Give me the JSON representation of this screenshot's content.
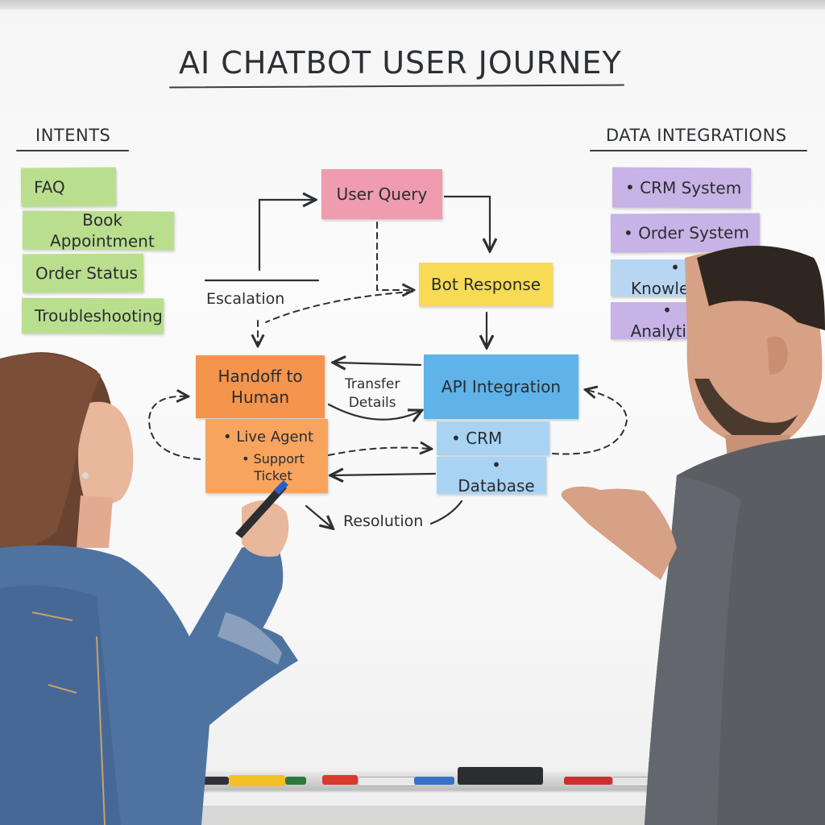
{
  "title": "AI CHATBOT USER JOURNEY",
  "intents": {
    "heading": "INTENTS",
    "items": [
      "FAQ",
      "Book Appointment",
      "Order Status",
      "Troubleshooting"
    ]
  },
  "data_integrations": {
    "heading": "DATA INTEGRATIONS",
    "items": [
      "• CRM System",
      "• Order System",
      "• Knowledge",
      "• Analytics"
    ]
  },
  "flow": {
    "user_query": "User Query",
    "bot_response": "Bot Response",
    "handoff": {
      "line1": "Handoff to",
      "line2": "Human"
    },
    "handoff_items": [
      "• Live Agent",
      "• Support Ticket"
    ],
    "api_integration": "API Integration",
    "api_items": [
      "• CRM",
      "• Database"
    ]
  },
  "edge_labels": {
    "escalation": "Escalation",
    "transfer": {
      "line1": "Transfer",
      "line2": "Details"
    },
    "resolution": "Resolution"
  },
  "colors": {
    "intent_note": "#b9df8e",
    "integration_note": "#c7b3e6",
    "user_query_note": "#ee9cae",
    "bot_response_note": "#f7db55",
    "handoff_note": "#f5944c",
    "api_note": "#5fb3e8"
  }
}
